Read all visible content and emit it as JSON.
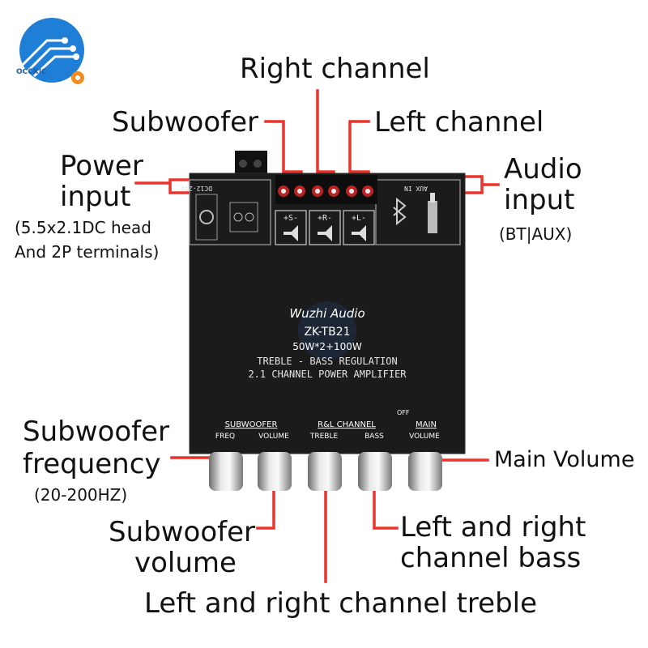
{
  "brand": {
    "name": "OCCKIC"
  },
  "labels": {
    "right_channel": "Right channel",
    "subwoofer": "Subwoofer",
    "left_channel": "Left channel",
    "power_input_line1": "Power",
    "power_input_line2": "input",
    "power_note_line1": "(5.5x2.1DC head",
    "power_note_line2": "And 2P terminals)",
    "audio_input_line1": "Audio",
    "audio_input_line2": "input",
    "audio_note": "(BT|AUX)",
    "sub_freq_line1": "Subwoofer",
    "sub_freq_line2": "frequency",
    "sub_freq_note": "(20-200HZ)",
    "sub_volume_line1": "Subwoofer",
    "sub_volume_line2": "volume",
    "main_volume": "Main Volume",
    "lr_bass_line1": "Left and right",
    "lr_bass_line2": "channel bass",
    "lr_treble": "Left and right channel treble"
  },
  "board": {
    "logo_text": "Wuzhi Audio",
    "model": "ZK-TB21",
    "power": "50W*2+100W",
    "line1": "TREBLE - BASS REGULATION",
    "line2": "2.1 CHANNEL POWER AMPLIFIER",
    "dc_label": "DC12-24V",
    "aux_label": "AUX IN",
    "speaker_sub": "+S-",
    "speaker_right": "+R-",
    "speaker_left": "+L-",
    "group_subwoofer": "SUBWOOFER",
    "group_rl": "R&L CHANNEL",
    "group_main": "MAIN",
    "knob_freq": "FREQ",
    "knob_volume": "VOLUME",
    "knob_treble": "TREBLE",
    "knob_bass": "BASS",
    "knob_main_volume": "VOLUME",
    "off_label": "OFF"
  },
  "colors": {
    "leader": "#e8342c",
    "board": "#1b1b1b",
    "logo_blue": "#1f7fd6",
    "logo_orange": "#f28c1e"
  }
}
